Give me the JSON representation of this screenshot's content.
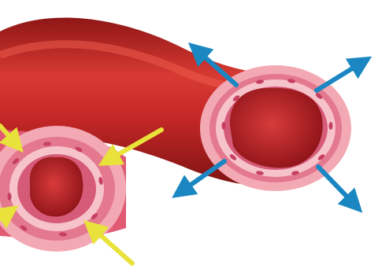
{
  "scene": {
    "background": "#ffffff",
    "vessels": [
      {
        "name": "dilated-vessel",
        "state": "vasodilation",
        "arrow_direction": "outward",
        "arrow_color": "#1a86c2",
        "arrow_count": 4
      },
      {
        "name": "constricted-vessel",
        "state": "vasoconstriction",
        "arrow_direction": "inward",
        "arrow_color": "#e8e23a",
        "arrow_count": 4
      }
    ],
    "colors": {
      "vessel_body": "#c42727",
      "vessel_highlight": "#ef5b4d",
      "vessel_shadow": "#8f1616",
      "outer_wall": "#f3a9b4",
      "muscle_layer": "#e3788e",
      "inner_lining": "#f7c3cb",
      "lumen": "#c5222c",
      "cell_dots": "#c63e60"
    }
  }
}
